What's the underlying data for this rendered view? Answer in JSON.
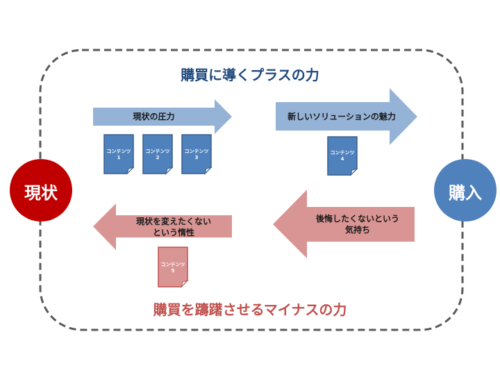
{
  "colors": {
    "plus_heading": "#1f497d",
    "minus_heading": "#c0504d",
    "blue_arrow": "#95b3d7",
    "pink_arrow": "#d99594",
    "blue_doc_fill": "#4f81bd",
    "blue_doc_border": "#385d8a",
    "pink_doc_fill": "#d99594",
    "pink_doc_border": "#c0504d",
    "current_circle": "#c00000",
    "purchase_circle": "#4f81bd",
    "dashed_border": "#595959"
  },
  "headings": {
    "plus": "購買に導くプラスの力",
    "minus": "購買を躊躇させるマイナスの力"
  },
  "nodes": {
    "current": "現状",
    "purchase": "購入"
  },
  "arrows": {
    "pressure": "現状の圧力",
    "appeal": "新しいソリューションの魅力",
    "inertia_line1": "現状を変えたくない",
    "inertia_line2": "という惰性",
    "regret_line1": "後悔したくないという",
    "regret_line2": "気持ち"
  },
  "documents": [
    {
      "label": "コンテンツ",
      "number": "1"
    },
    {
      "label": "コンテンツ",
      "number": "2"
    },
    {
      "label": "コンテンツ",
      "number": "3"
    },
    {
      "label": "コンテンツ",
      "number": "4"
    },
    {
      "label": "コンテンツ",
      "number": "5"
    }
  ]
}
